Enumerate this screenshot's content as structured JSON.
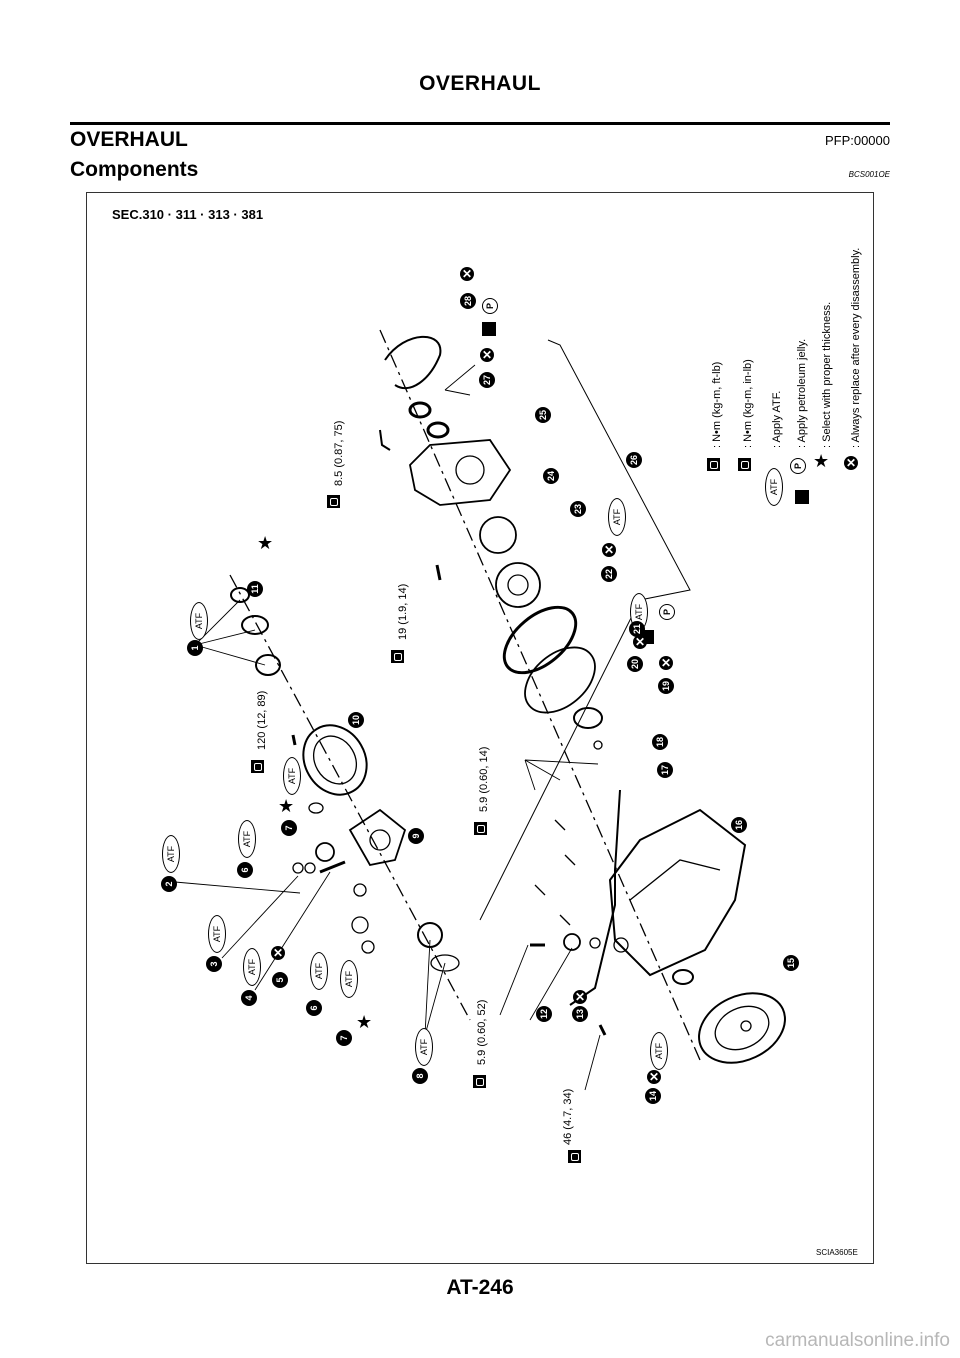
{
  "header": {
    "title": "OVERHAUL"
  },
  "section": {
    "title": "OVERHAUL",
    "code": "PFP:00000"
  },
  "subsection": {
    "title": "Components",
    "code": "BCS001OE"
  },
  "figure": {
    "sec_label": "SEC.310 · 311 · 313 · 381",
    "figure_code": "SCIA3605E",
    "torques": [
      {
        "id": "t1",
        "text": "8.5 (0.87, 75)"
      },
      {
        "id": "t2",
        "text": "19 (1.9, 14)"
      },
      {
        "id": "t3",
        "text": "120 (12, 89)"
      },
      {
        "id": "t4",
        "text": "5.9 (0.60, 14)"
      },
      {
        "id": "t5",
        "text": "5.9 (0.60, 52)"
      },
      {
        "id": "t6",
        "text": "46 (4.7, 34)"
      }
    ],
    "atf_label": "ATF",
    "callouts": [
      "1",
      "2",
      "3",
      "4",
      "5",
      "6",
      "6",
      "7",
      "7",
      "8",
      "9",
      "10",
      "11",
      "12",
      "13",
      "14",
      "15",
      "16",
      "17",
      "18",
      "19",
      "20",
      "21",
      "22",
      "23",
      "24",
      "25",
      "26",
      "27",
      "28"
    ],
    "legend": {
      "torque_ftlb": ": N•m  (kg-m,  ft-lb)",
      "torque_inlb": ": N•m  (kg-m,  in-lb)",
      "atf": ": Apply ATF.",
      "jelly": ": Apply petroleum jelly.",
      "thickness": ": Select with proper thickness.",
      "replace": ": Always replace after every disassembly."
    }
  },
  "footer": {
    "page_number": "AT-246",
    "watermark": "carmanualsonline.info"
  }
}
